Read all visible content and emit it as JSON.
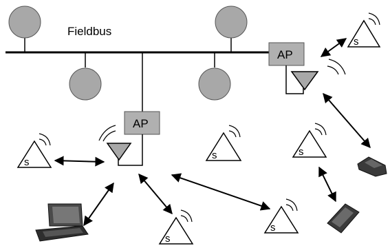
{
  "diagram": {
    "bus_label": "Fieldbus",
    "access_point_label": "AP",
    "sensor_label": "s",
    "colors": {
      "node_fill": "#a8a8a8",
      "ap_fill": "#b0b0b0",
      "line": "#000000",
      "device_dark": "#3a3a3a"
    }
  }
}
